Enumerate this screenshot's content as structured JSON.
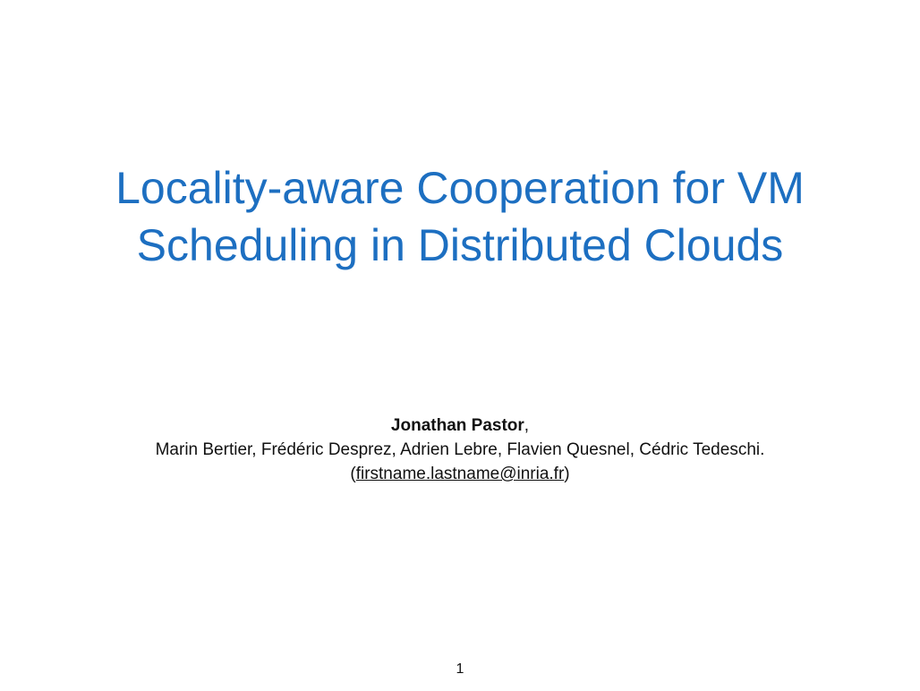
{
  "slide": {
    "title_lines": [
      "Locality-aware Cooperation for VM",
      "Scheduling in Distributed Clouds"
    ],
    "lead_author": "Jonathan Pastor",
    "lead_author_suffix": ",",
    "coauthors": "Marin Bertier, Frédéric Desprez, Adrien Lebre, Flavien Quesnel, Cédric Tedeschi.",
    "email_prefix": "(",
    "email": "firstname.lastname@inria.fr",
    "email_suffix": ")",
    "page_number": "1"
  },
  "colors": {
    "title": "#1d6fc1",
    "text": "#111111",
    "background": "#ffffff"
  }
}
